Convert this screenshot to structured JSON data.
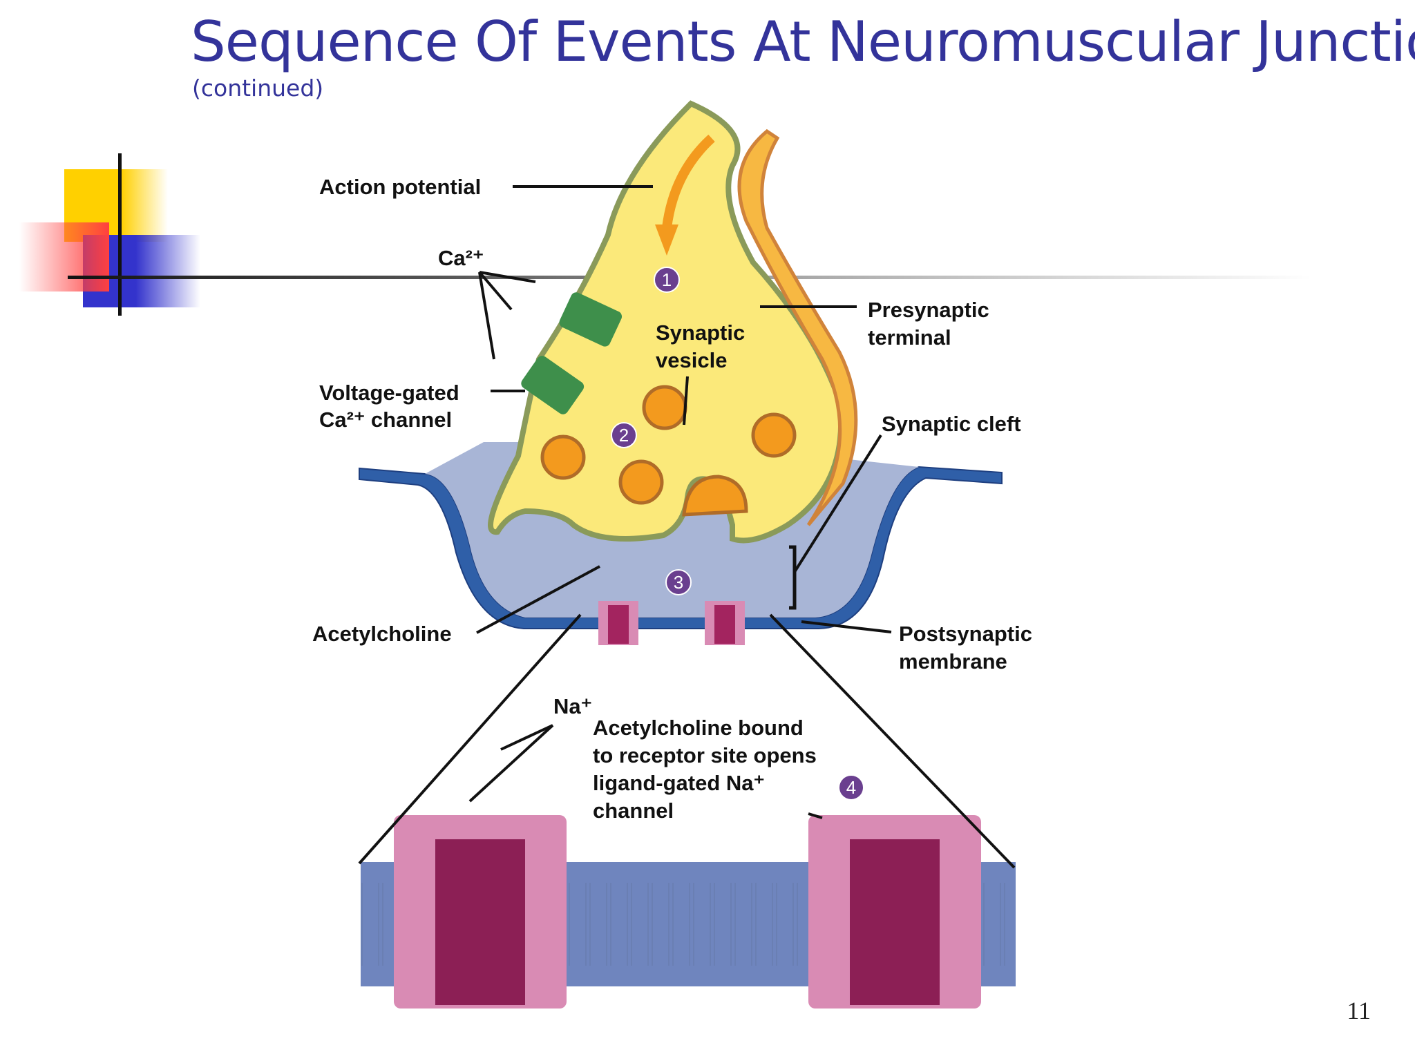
{
  "slide": {
    "title": "Sequence Of Events At Neuromuscular Junction",
    "subtitle": "(continued)",
    "page_number": "11"
  },
  "labels": {
    "action_potential": "Action potential",
    "ca_ion": "Ca²⁺",
    "voltage_gated_1": "Voltage-gated",
    "voltage_gated_2": "Ca²⁺ channel",
    "synaptic_vesicle_1": "Synaptic",
    "synaptic_vesicle_2": "vesicle",
    "presynaptic_1": "Presynaptic",
    "presynaptic_2": "terminal",
    "synaptic_cleft": "Synaptic cleft",
    "acetylcholine": "Acetylcholine",
    "postsynaptic_1": "Postsynaptic",
    "postsynaptic_2": "membrane",
    "na_ion": "Na⁺",
    "ach_bound_1": "Acetylcholine bound",
    "ach_bound_2": "to receptor site opens",
    "ach_bound_3": "ligand-gated Na⁺",
    "ach_bound_4": "channel"
  },
  "steps": [
    "1",
    "2",
    "3",
    "4"
  ],
  "colors": {
    "title": "#33339a",
    "terminal_fill": "#fbe97a",
    "terminal_outline": "#8a9a5a",
    "vesicle": "#f39a1e",
    "muscle": "#a8b5d6",
    "membrane_blue": "#2f5fa8",
    "receptor_pink": "#d98bb4",
    "receptor_dark": "#a3245f",
    "channel_green": "#3e8f4b",
    "step_circle": "#6a3f8f"
  }
}
